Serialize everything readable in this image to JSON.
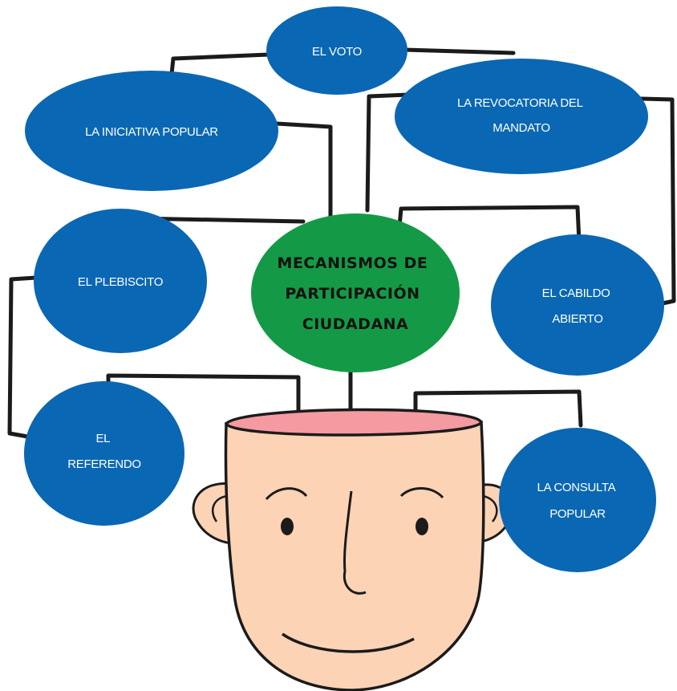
{
  "diagram": {
    "center": {
      "lines": [
        "MECANISMOS DE",
        "PARTICIPACIÓN",
        "CIUDADANA"
      ],
      "color": "#149a47"
    },
    "node_color": "#0a67b3",
    "nodes": {
      "voto": {
        "lines": [
          "EL VOTO"
        ]
      },
      "iniciativa": {
        "lines": [
          "LA INICIATIVA POPULAR"
        ]
      },
      "revocatoria": {
        "lines": [
          "LA REVOCATORIA DEL",
          "MANDATO"
        ]
      },
      "plebiscito": {
        "lines": [
          "EL PLEBISCITO"
        ]
      },
      "cabildo": {
        "lines": [
          "EL CABILDO",
          "ABIERTO"
        ]
      },
      "referendo": {
        "lines": [
          "EL",
          "REFERENDO"
        ]
      },
      "consulta": {
        "lines": [
          "LA CONSULTA",
          "POPULAR"
        ]
      }
    },
    "head": {
      "skin_color": "#fcd3b5",
      "inner_color": "#f49aa0",
      "outline_color": "#1b1b1b"
    }
  }
}
